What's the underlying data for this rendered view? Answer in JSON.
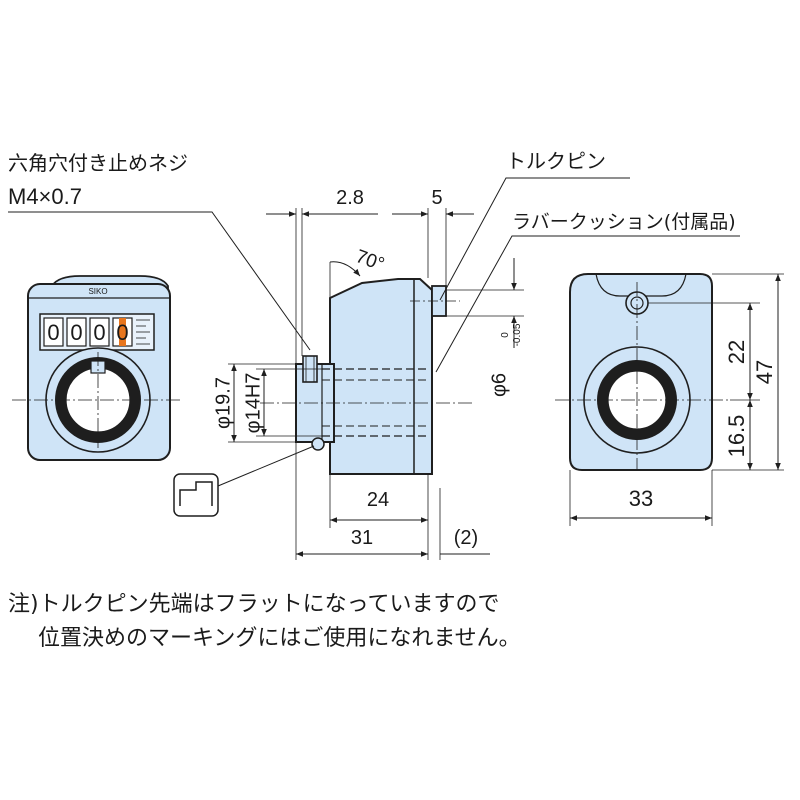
{
  "labels": {
    "set_screw": "六角穴付き止めネジ",
    "set_screw_size": "M4×0.7",
    "torque_pin": "トルクピン",
    "rubber_cushion": "ラバークッション(付属品)",
    "brand": "SIKO"
  },
  "dimensions": {
    "d_2_8": "2.8",
    "d_5": "5",
    "d_70": "70°",
    "d_dia_19_7": "φ19.7",
    "d_dia_14h7": "φ14H7",
    "d_dia_6": "φ6",
    "d_tol_upper": "0",
    "d_tol_lower": "-0.05",
    "d_24": "24",
    "d_31": "31",
    "d_2": "(2)",
    "d_22": "22",
    "d_47": "47",
    "d_16_5": "16.5",
    "d_33": "33"
  },
  "counter": {
    "digits": [
      "0",
      "0",
      "0",
      "0"
    ],
    "last_digit": "0"
  },
  "note": {
    "line1": "注)トルクピン先端はフラットになっていますので",
    "line2": "位置決めのマーキングにはご使用になれません。"
  },
  "colors": {
    "body_fill": "#cfe4f7",
    "outline": "#1f1f1f",
    "indicator": "#e8761e"
  }
}
